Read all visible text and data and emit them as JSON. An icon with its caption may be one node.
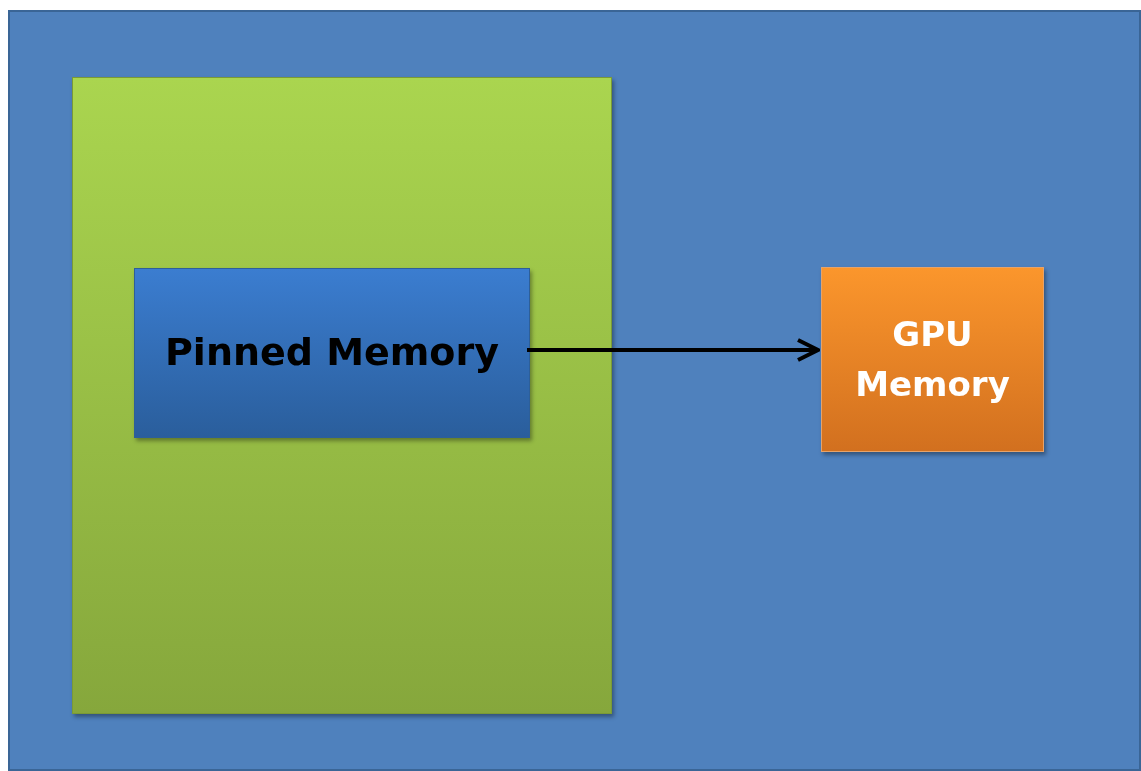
{
  "diagram": {
    "nodes": [
      {
        "text": [],
        "shape": "box"
      },
      {
        "text": [],
        "shape": "box",
        "in": 0
      },
      {
        "text": [
          "Pinned Memory"
        ],
        "in": 1
      },
      {
        "text": [
          "GPU Memory"
        ],
        "in": 0
      }
    ],
    "edges": [
      {
        "from": 2,
        "to": 3,
        "arrow": "to"
      }
    ]
  }
}
